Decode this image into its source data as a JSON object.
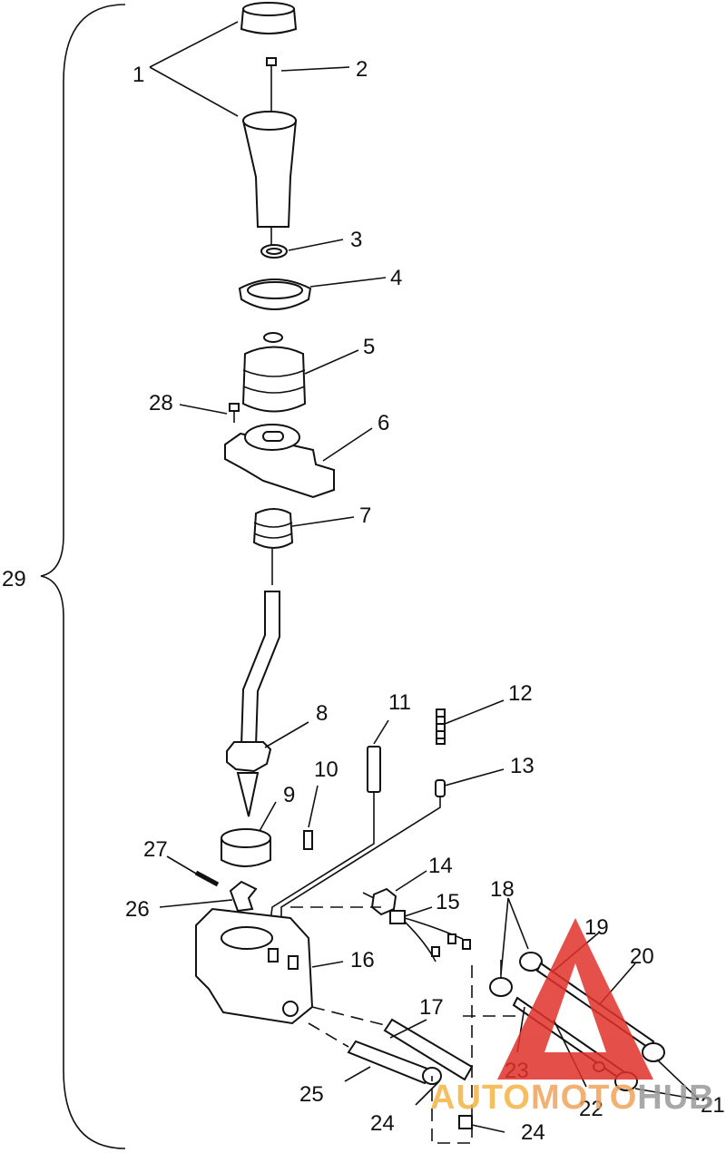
{
  "labels": [
    "1",
    "2",
    "3",
    "4",
    "5",
    "6",
    "7",
    "8",
    "9",
    "10",
    "11",
    "12",
    "13",
    "14",
    "15",
    "16",
    "17",
    "18",
    "19",
    "20",
    "21",
    "22",
    "23",
    "24",
    "24",
    "25",
    "26",
    "27",
    "28",
    "29"
  ],
  "watermark": {
    "text_a": "AUTO",
    "text_b": "MOTO",
    "text_c": "HUB",
    "color_a": "#f4b342",
    "color_b": "#f0a35a",
    "color_c": "#9a9a9a",
    "triangle_color": "#e0322a"
  }
}
